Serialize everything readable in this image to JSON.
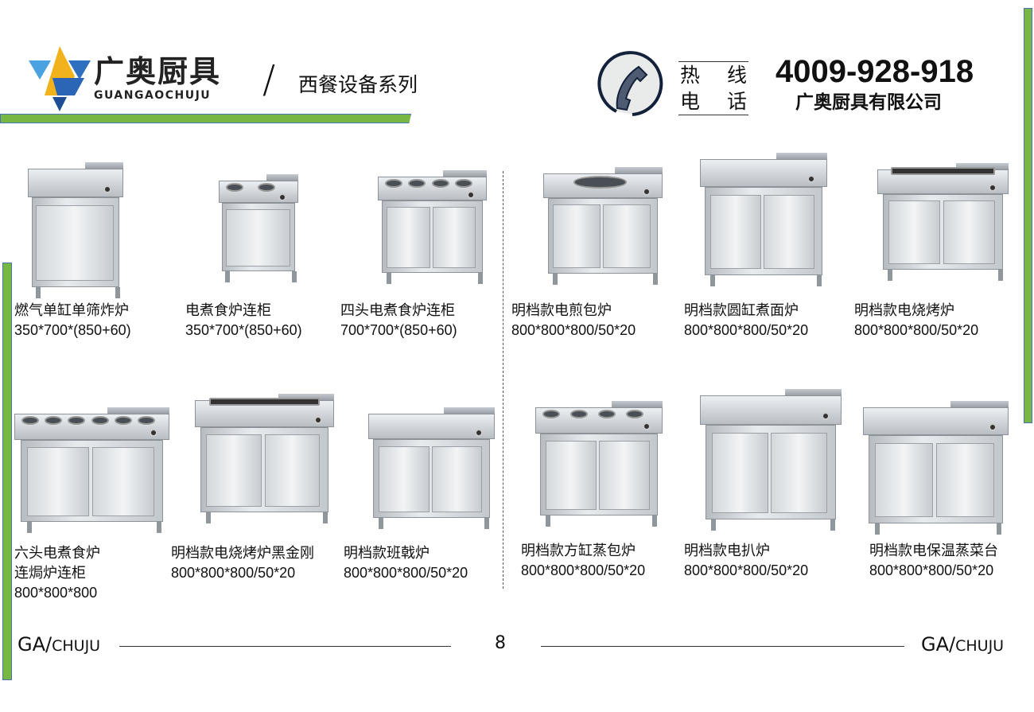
{
  "header": {
    "logo_cn": "广奥厨具",
    "logo_en": "GUANGAOCHUJU",
    "slash": "/",
    "series": "西餐设备系列",
    "hotline": [
      "热",
      "线",
      "电",
      "话"
    ],
    "phone": "4009-928-918",
    "company": "广奥厨具有限公司"
  },
  "products": [
    {
      "name": "燃气单缸单筛炸炉",
      "spec": "350*700*(850+60)"
    },
    {
      "name": "电煮食炉连柜",
      "spec": "350*700*(850+60)"
    },
    {
      "name": "四头电煮食炉连柜",
      "spec": "700*700*(850+60)"
    },
    {
      "name": "明档款电煎包炉",
      "spec": "800*800*800/50*20"
    },
    {
      "name": "明档款圆缸煮面炉",
      "spec": "800*800*800/50*20"
    },
    {
      "name": "明档款电烧烤炉",
      "spec": "800*800*800/50*20"
    },
    {
      "name": "六头电煮食炉",
      "name2": "连焗炉连柜",
      "spec": "800*800*800"
    },
    {
      "name": "明档款电烧烤炉黑金刚",
      "spec": "800*800*800/50*20"
    },
    {
      "name": "明档款班戟炉",
      "spec": "800*800*800/50*20"
    },
    {
      "name": "明档款方缸蒸包炉",
      "spec": "800*800*800/50*20"
    },
    {
      "name": "明档款电扒炉",
      "spec": "800*800*800/50*20"
    },
    {
      "name": "明档款电保温蒸菜台",
      "spec": "800*800*800/50*20"
    }
  ],
  "footer": {
    "brand_a": "GA/",
    "brand_b": "CHUJU",
    "page": "8"
  },
  "colors": {
    "accent_green": "#76b843",
    "border_blue": "#4a72b8",
    "phone_fill": "#4f5b70"
  }
}
